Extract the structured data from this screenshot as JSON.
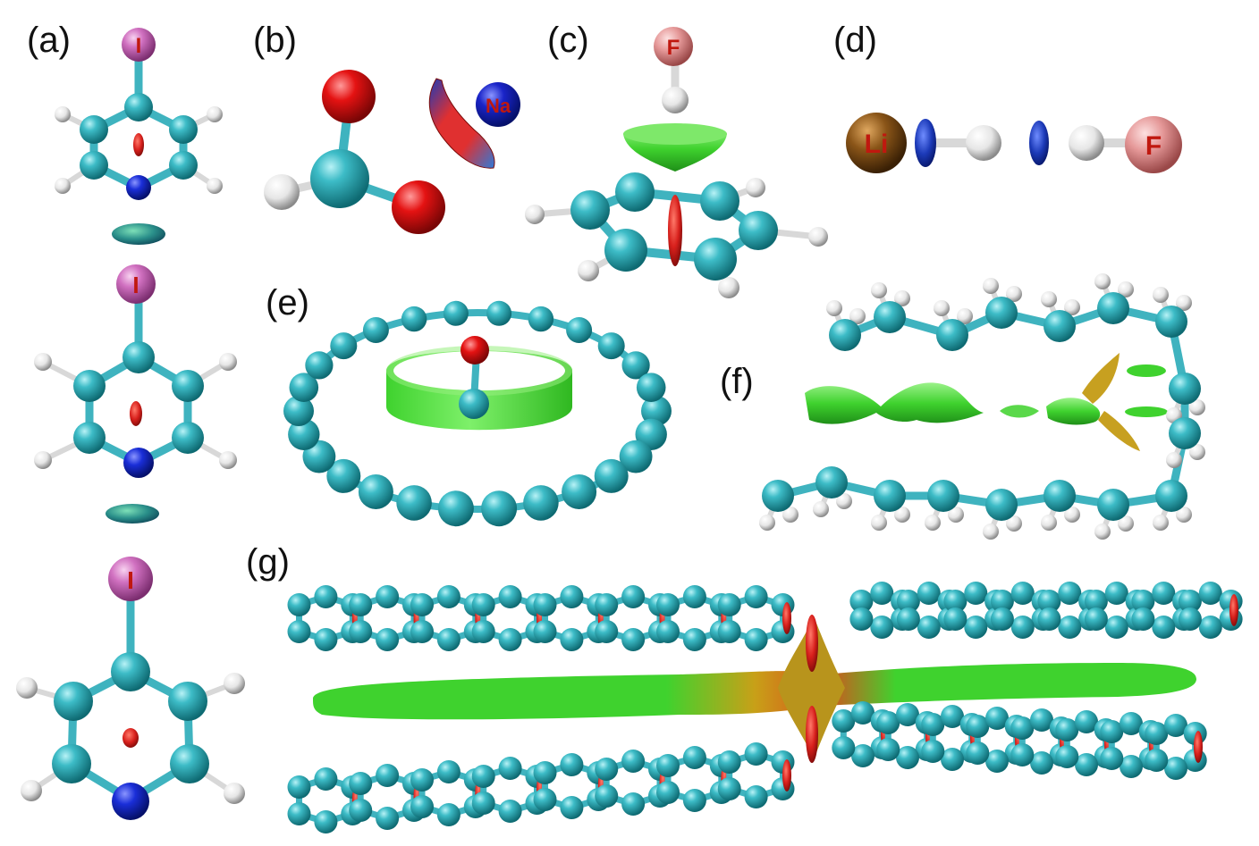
{
  "panels": {
    "a": "(a)",
    "b": "(b)",
    "c": "(c)",
    "d": "(d)",
    "e": "(e)",
    "f": "(f)",
    "g": "(g)"
  },
  "atoms": {
    "iodine": "I",
    "sodium": "Na",
    "fluorine": "F",
    "lithium": "Li"
  },
  "colors": {
    "carbon": "#2aa4b0",
    "hydrogen": "#f2f2f2",
    "nitrogen": "#1024c8",
    "oxygen": "#e01010",
    "iodine": "#d070c0",
    "fluorine": "#e39595",
    "lithium": "#8a5518",
    "sodium": "#1a24c8",
    "iso_green": "#4fdc3c",
    "iso_red": "#d8201c",
    "iso_blue": "#1c3ab8"
  }
}
